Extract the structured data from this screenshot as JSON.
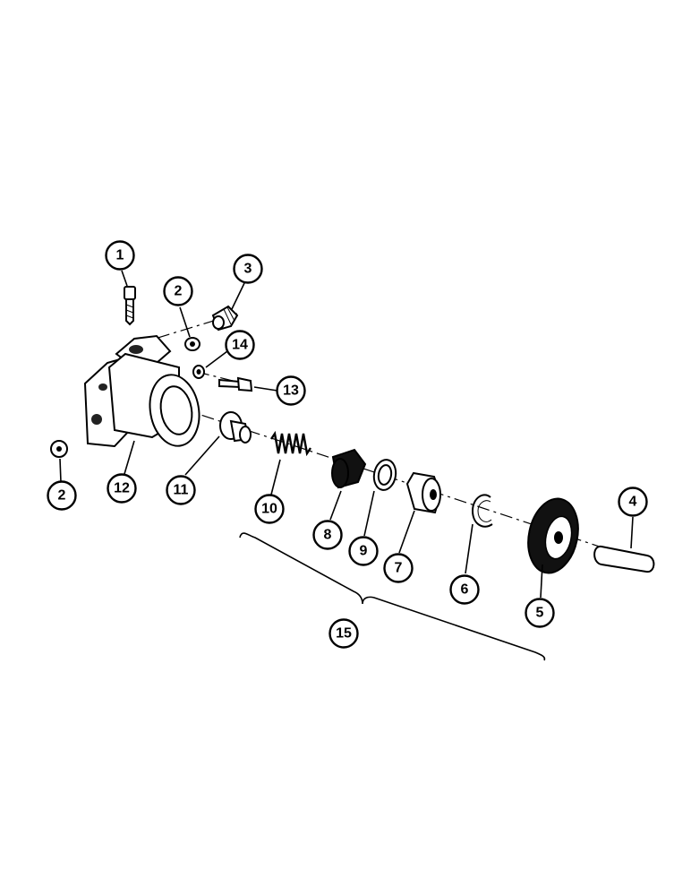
{
  "figure": {
    "callouts": [
      {
        "id": "c1",
        "label": "1"
      },
      {
        "id": "c2a",
        "label": "2"
      },
      {
        "id": "c3",
        "label": "3"
      },
      {
        "id": "c14",
        "label": "14"
      },
      {
        "id": "c13",
        "label": "13"
      },
      {
        "id": "c2b",
        "label": "2"
      },
      {
        "id": "c12",
        "label": "12"
      },
      {
        "id": "c11",
        "label": "11"
      },
      {
        "id": "c10",
        "label": "10"
      },
      {
        "id": "c8",
        "label": "8"
      },
      {
        "id": "c9",
        "label": "9"
      },
      {
        "id": "c7",
        "label": "7"
      },
      {
        "id": "c6",
        "label": "6"
      },
      {
        "id": "c5",
        "label": "5"
      },
      {
        "id": "c4",
        "label": "4"
      },
      {
        "id": "c15",
        "label": "15"
      }
    ]
  }
}
